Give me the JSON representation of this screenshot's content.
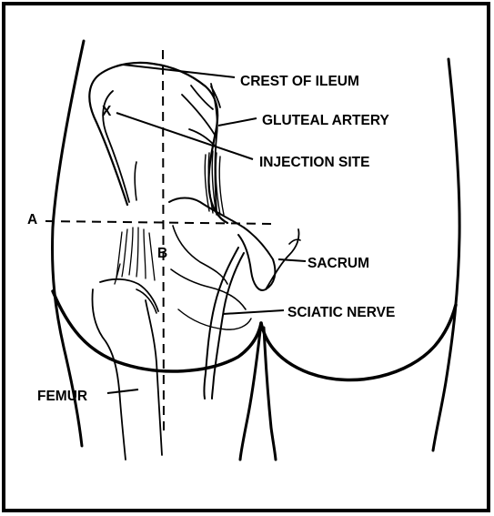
{
  "labels": {
    "crest_of_ileum": "CREST OF ILEUM",
    "gluteal_artery": "GLUTEAL ARTERY",
    "injection_site": "INJECTION SITE",
    "sacrum": "SACRUM",
    "sciatic_nerve": "SCIATIC NERVE",
    "femur": "FEMUR",
    "point_x": "X",
    "line_a": "A",
    "line_b": "B"
  },
  "colors": {
    "ink": "#000000",
    "background": "#ffffff"
  }
}
